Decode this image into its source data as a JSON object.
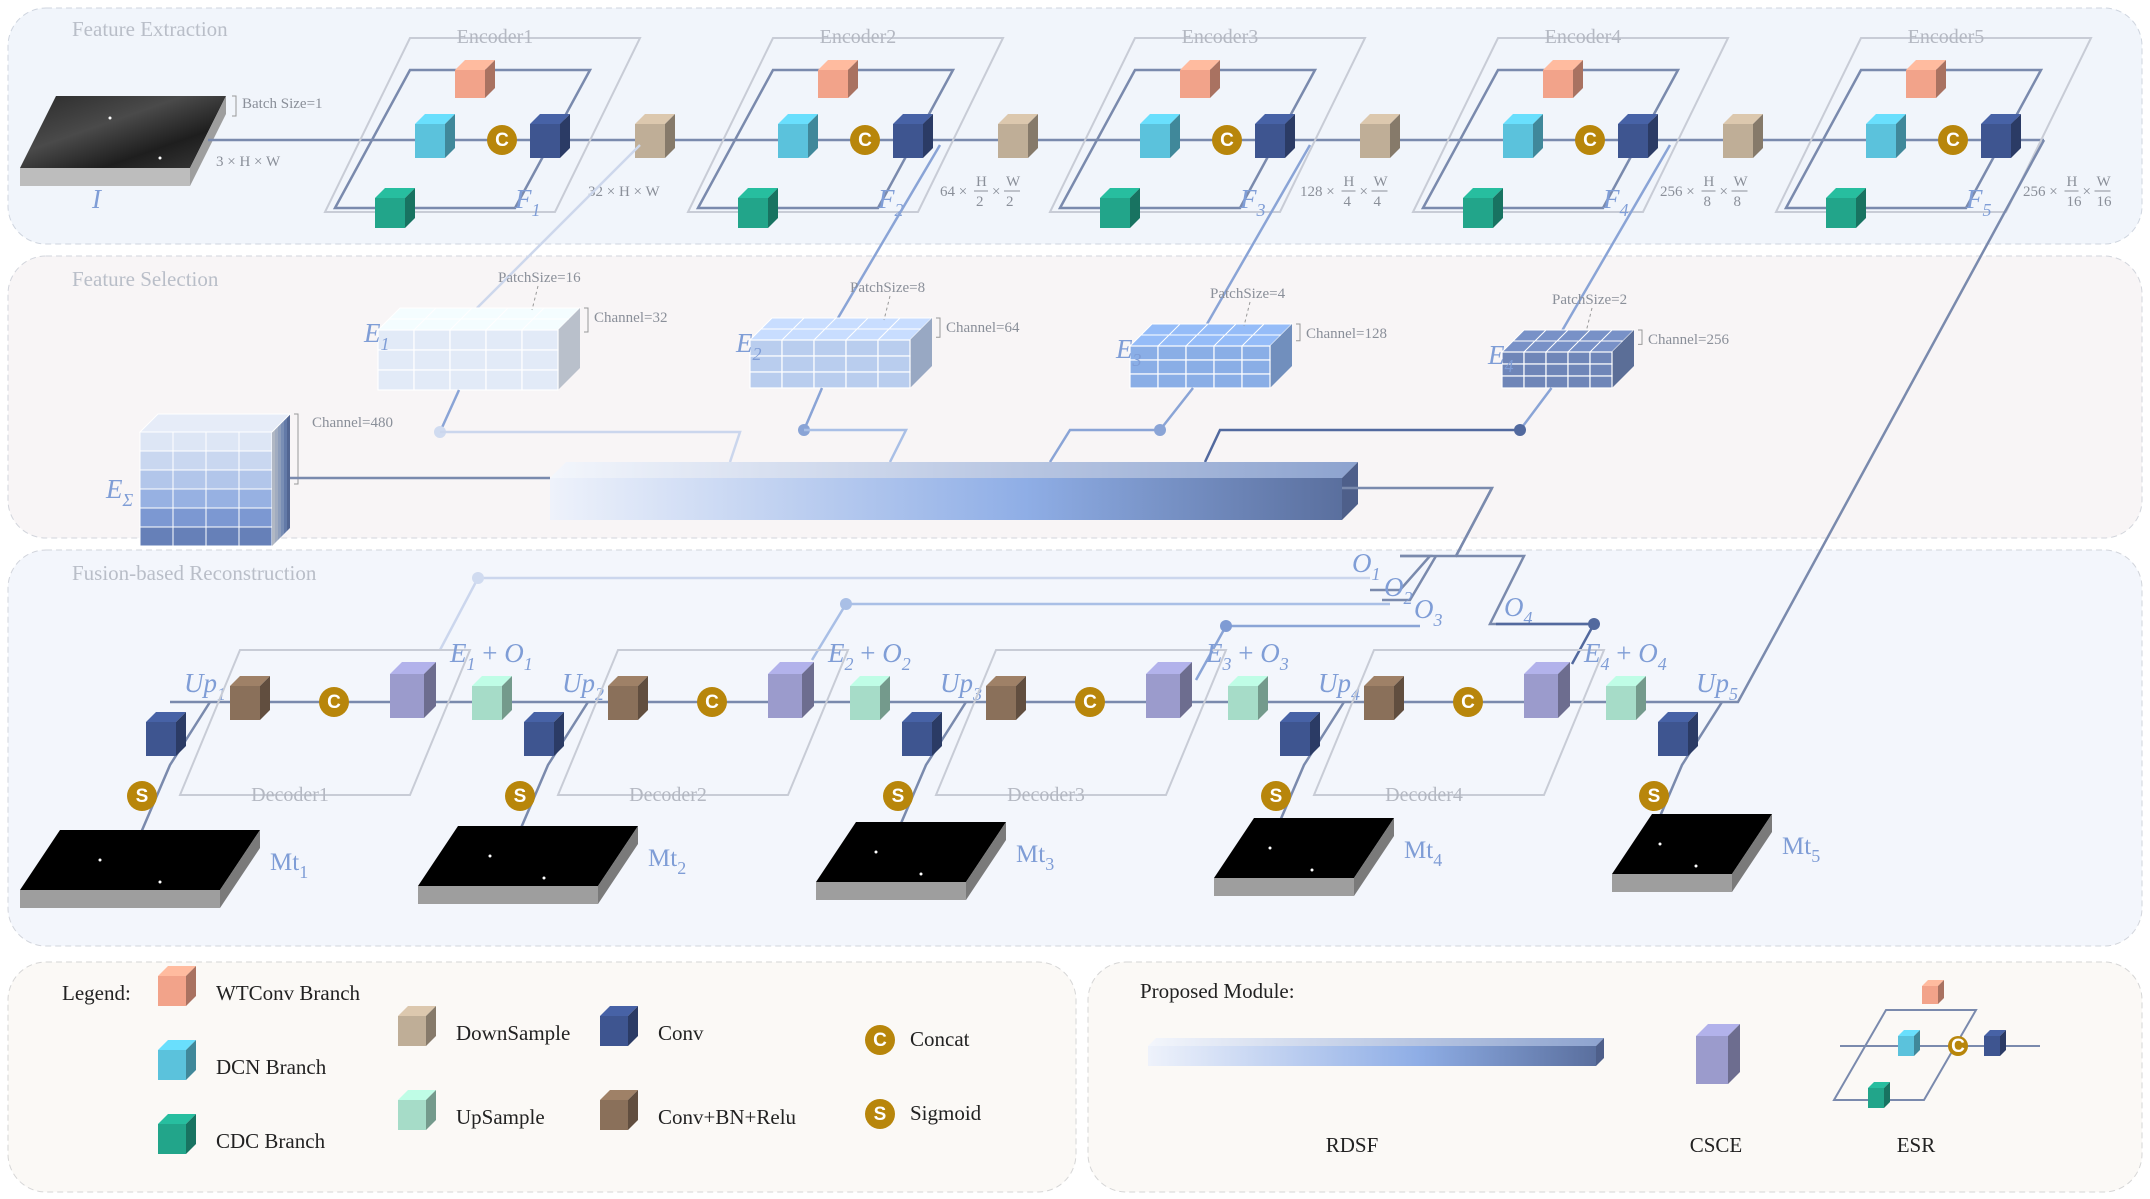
{
  "sections": {
    "feature_extraction": "Feature Extraction",
    "feature_selection": "Feature Selection",
    "fusion_reconstruction": "Fusion-based Reconstruction"
  },
  "encoders": [
    {
      "label": "Encoder1",
      "f_sym": "F",
      "f_sub": "1"
    },
    {
      "label": "Encoder2",
      "f_sym": "F",
      "f_sub": "2"
    },
    {
      "label": "Encoder3",
      "f_sym": "F",
      "f_sub": "3"
    },
    {
      "label": "Encoder4",
      "f_sym": "F",
      "f_sub": "4"
    },
    {
      "label": "Encoder5",
      "f_sym": "F",
      "f_sub": "5"
    }
  ],
  "input": {
    "symbol": "I",
    "batch": "Batch Size=1",
    "shape": "3 × H × W"
  },
  "dims": [
    {
      "pre": "32 × H × W"
    },
    {
      "pre": "64 ×",
      "h": "H",
      "hd": "2",
      "w": "W",
      "wd": "2"
    },
    {
      "pre": "128 ×",
      "h": "H",
      "hd": "4",
      "w": "W",
      "wd": "4"
    },
    {
      "pre": "256 ×",
      "h": "H",
      "hd": "8",
      "w": "W",
      "wd": "8"
    },
    {
      "pre": "256 ×",
      "h": "H",
      "hd": "16",
      "w": "W",
      "wd": "16"
    }
  ],
  "selection": [
    {
      "sym": "E",
      "sub": "1",
      "patch": "PatchSize=16",
      "channel": "Channel=32"
    },
    {
      "sym": "E",
      "sub": "2",
      "patch": "PatchSize=8",
      "channel": "Channel=64"
    },
    {
      "sym": "E",
      "sub": "3",
      "patch": "PatchSize=4",
      "channel": "Channel=128"
    },
    {
      "sym": "E",
      "sub": "4",
      "patch": "PatchSize=2",
      "channel": "Channel=256"
    }
  ],
  "e_sigma": {
    "sym": "E",
    "sub": "Σ",
    "channel": "Channel=480"
  },
  "outputs": [
    {
      "sym": "O",
      "sub": "1"
    },
    {
      "sym": "O",
      "sub": "2"
    },
    {
      "sym": "O",
      "sub": "3"
    },
    {
      "sym": "O",
      "sub": "4"
    }
  ],
  "sums": [
    {
      "a": "E",
      "asub": "1",
      "b": "O",
      "bsub": "1"
    },
    {
      "a": "E",
      "asub": "2",
      "b": "O",
      "bsub": "2"
    },
    {
      "a": "E",
      "asub": "3",
      "b": "O",
      "bsub": "3"
    },
    {
      "a": "E",
      "asub": "4",
      "b": "O",
      "bsub": "4"
    }
  ],
  "ups": [
    {
      "sym": "Up",
      "sub": "1"
    },
    {
      "sym": "Up",
      "sub": "2"
    },
    {
      "sym": "Up",
      "sub": "3"
    },
    {
      "sym": "Up",
      "sub": "4"
    },
    {
      "sym": "Up",
      "sub": "5"
    }
  ],
  "decoders": [
    "Decoder1",
    "Decoder2",
    "Decoder3",
    "Decoder4"
  ],
  "masks": [
    {
      "sym": "Mt",
      "sub": "1"
    },
    {
      "sym": "Mt",
      "sub": "2"
    },
    {
      "sym": "Mt",
      "sub": "3"
    },
    {
      "sym": "Mt",
      "sub": "4"
    },
    {
      "sym": "Mt",
      "sub": "5"
    }
  ],
  "concat_letter": "C",
  "sigmoid_letter": "S",
  "legend": {
    "title": "Legend:",
    "items": {
      "wtconv": "WTConv Branch",
      "dcn": "DCN Branch",
      "cdc": "CDC Branch",
      "downsample": "DownSample",
      "upsample": "UpSample",
      "conv": "Conv",
      "convbnrelu": "Conv+BN+Relu",
      "concat": "Concat",
      "sigmoid": "Sigmoid"
    }
  },
  "proposed": {
    "title": "Proposed Module:",
    "rdsf": "RDSF",
    "csce": "CSCE",
    "esr": "ESR"
  },
  "colors": {
    "wtconv": "#f2a38a",
    "dcn": "#5bc2dc",
    "cdc": "#22a58a",
    "downsample": "#bfae97",
    "upsample": "#a6dcc8",
    "conv": "#3e5590",
    "convbnrelu": "#8a705a",
    "csce": "#9b9bcc",
    "concat": "#b8860b",
    "line": "#7a8aad"
  }
}
